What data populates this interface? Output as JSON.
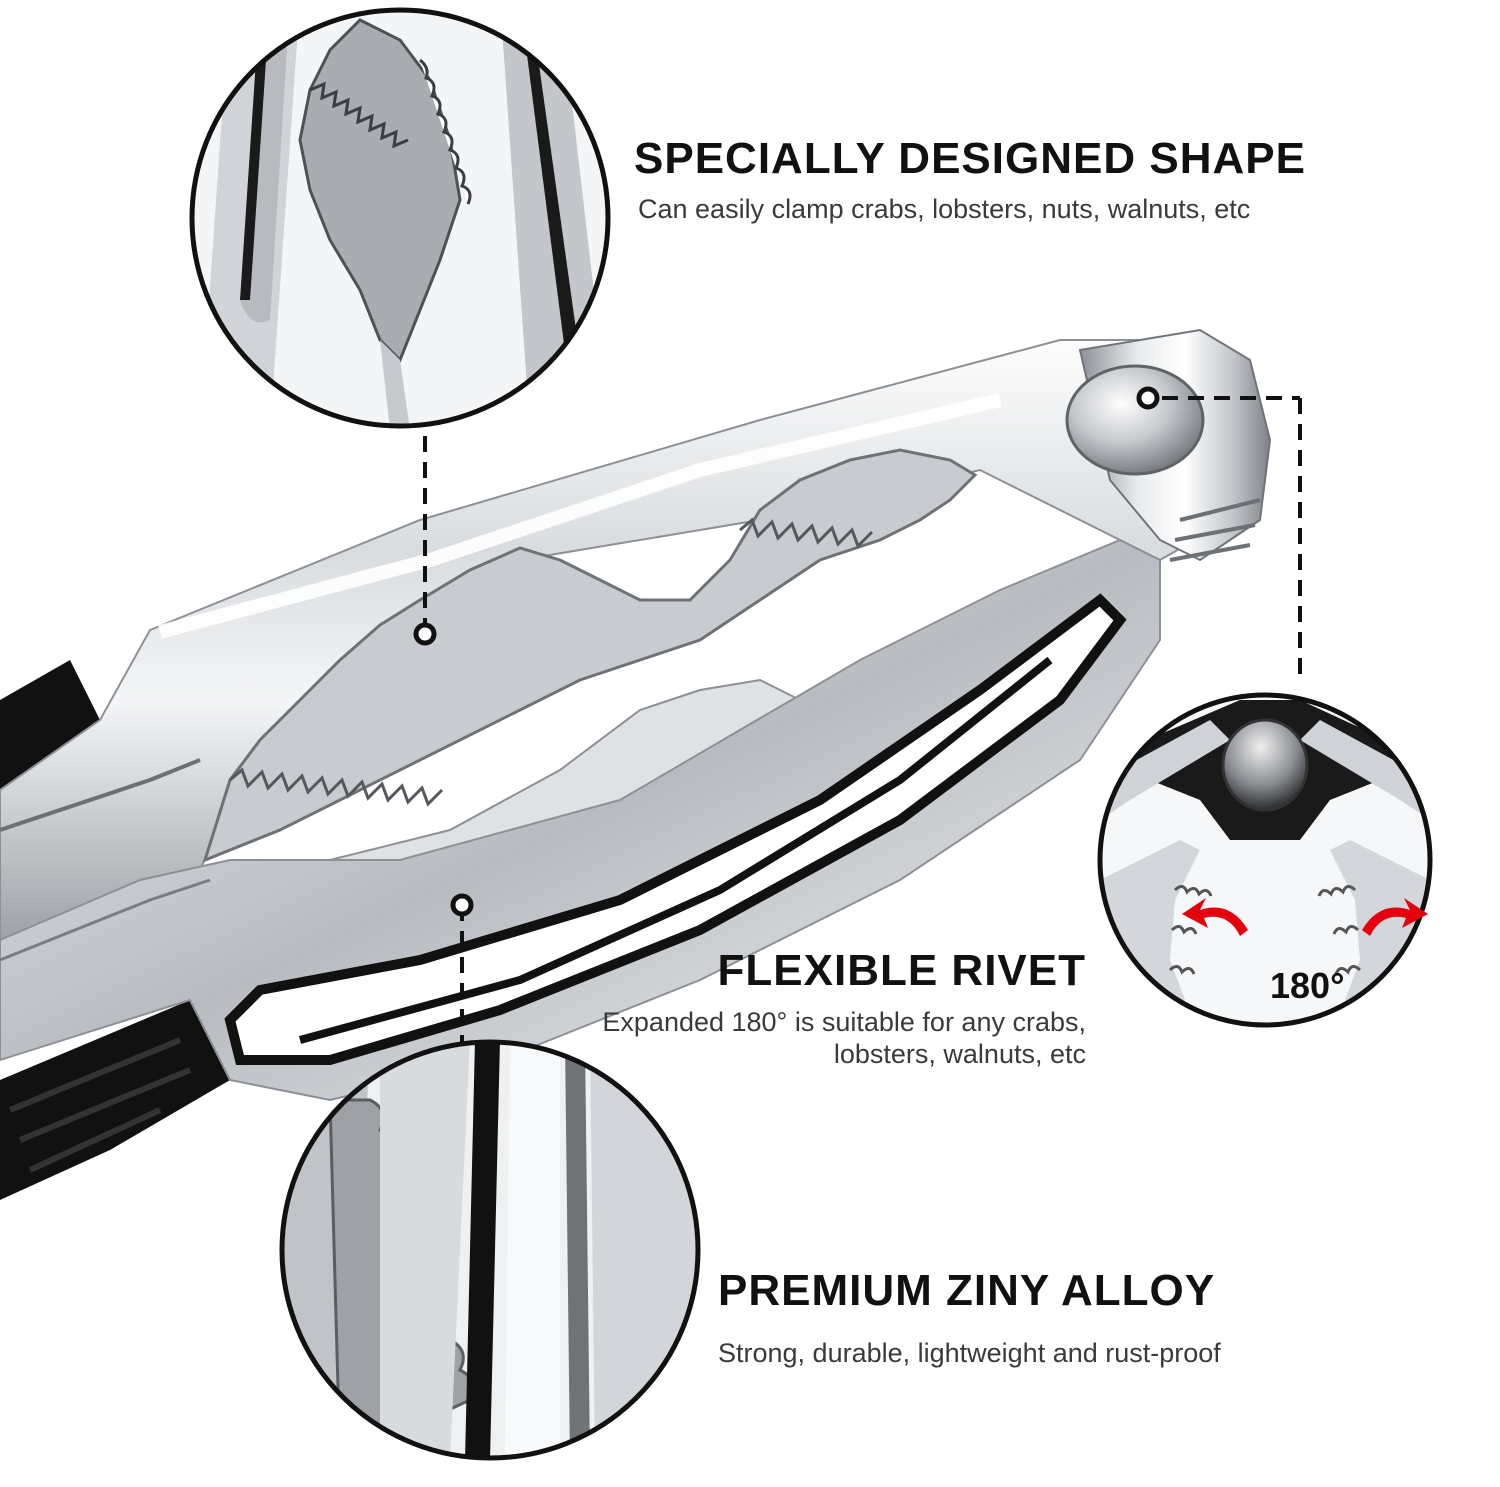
{
  "features": [
    {
      "title": "SPECIALLY DESIGNED SHAPE",
      "description": "Can easily clamp crabs, lobsters, nuts, walnuts, etc"
    },
    {
      "title": "FLEXIBLE RIVET",
      "description_lines": [
        "Expanded 180° is suitable for any crabs,",
        "lobsters, walnuts, etc"
      ]
    },
    {
      "title": "PREMIUM ZINY ALLOY",
      "description": "Strong, durable, lightweight and rust-proof"
    }
  ],
  "rivet_detail": {
    "angle_label": "180°",
    "arrow_color": "#e3000f"
  },
  "colors": {
    "text": "#111111",
    "subtext": "#3a3a3a",
    "handle": "#111111",
    "steel": "#c9ccd0"
  }
}
